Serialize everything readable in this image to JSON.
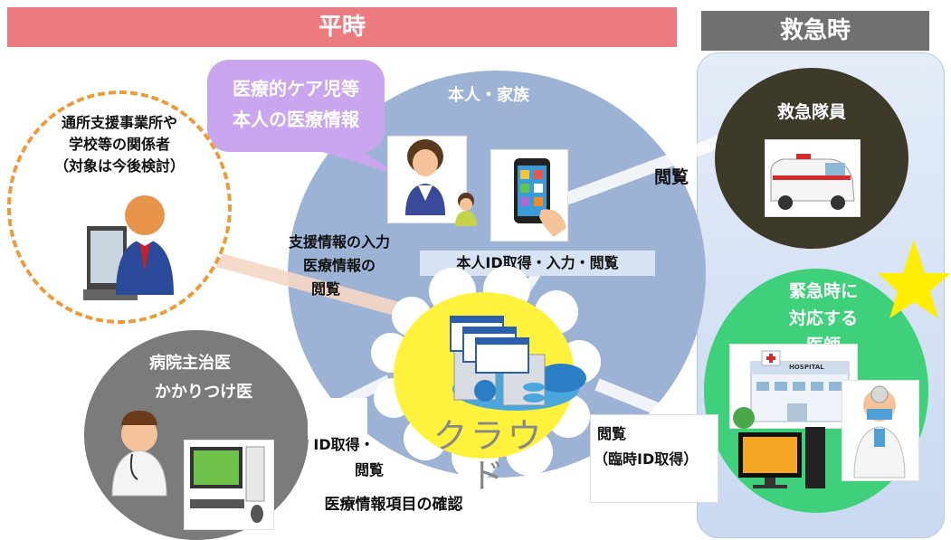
{
  "banners": {
    "normal": "平時",
    "emergency": "救急時"
  },
  "bubble": {
    "line1": "医療的ケア児等",
    "line2": "本人の医療情報"
  },
  "person_family": "本人・家族",
  "school": {
    "line1": "通所支援事業所や",
    "line2": "学校等の関係者",
    "line3": "（対象は今後検討）"
  },
  "support_input": {
    "line1": "支援情報の入力",
    "line2": "医療情報の",
    "line3": "閲覧"
  },
  "self_id": "本人ID取得・入力・閲覧",
  "ambulance_team": "救急隊員",
  "browse": "閲覧",
  "emergency_doctor": {
    "line1": "緊急時に",
    "line2": "対応する",
    "line3": "医師"
  },
  "hospital_sign": "HOSPITAL",
  "hospital_doctor": {
    "line1": "病院主治医",
    "line2": "かかりつけ医"
  },
  "cloud_label": "クラウド",
  "id_browse": {
    "line1": "ID取得・",
    "line2": "閲覧"
  },
  "confirm_items": "医療情報項目の確認",
  "temp_id": {
    "line1": "閲覧",
    "line2": "（臨時ID取得）"
  },
  "colors": {
    "banner_normal": "#ec7b7f",
    "banner_emergency": "#707070",
    "family_circle": "#9cb3d6",
    "bubble": "#c9a6ee",
    "ambulance_circle": "#3d3a2a",
    "doctor_circle": "#3fd07c",
    "hospital_circle": "#7b7b7b",
    "cloud": "#fff23d",
    "dashed_orange": "#ef9a38",
    "star": "#ffee00"
  }
}
